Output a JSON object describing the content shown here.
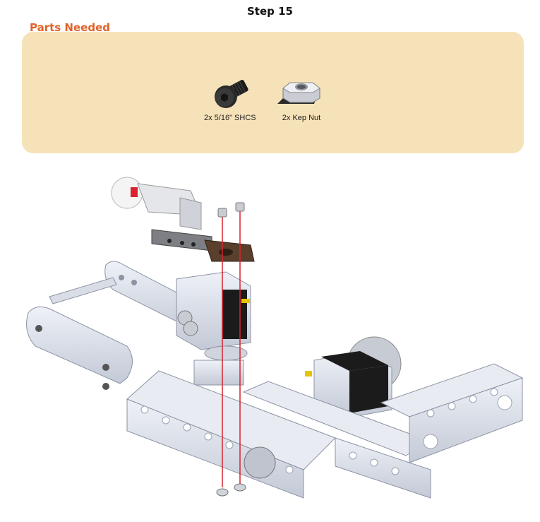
{
  "step": {
    "title": "Step 15"
  },
  "parts": {
    "heading": "Parts Needed",
    "items": [
      {
        "label": "2x 5/16\" SHCS",
        "icon": "socket-head-cap-screw-icon"
      },
      {
        "label": "2x Kep Nut",
        "icon": "kep-nut-icon"
      }
    ]
  },
  "colors": {
    "accent": "#e0622a",
    "panel": "#f6e2b8",
    "guide_line": "#d9232e",
    "metal": "#d6dbe6",
    "metal_dark": "#9aa2b2",
    "motor_black": "#1b1b1b",
    "bracket_brown": "#5a3f2c"
  },
  "diagram": {
    "icon": "assembly-diagram-icon"
  }
}
